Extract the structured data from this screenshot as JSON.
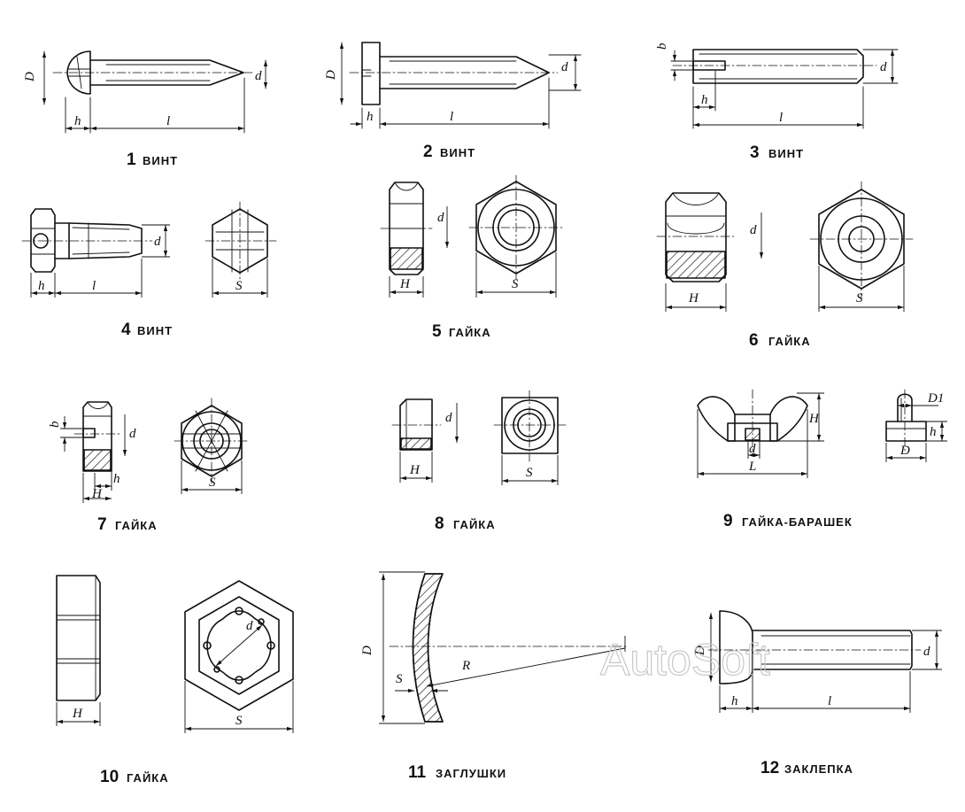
{
  "items": [
    {
      "number": "1",
      "name": "ВИНТ",
      "dims": [
        "D",
        "h",
        "l",
        "d"
      ]
    },
    {
      "number": "2",
      "name": "ВИНТ",
      "dims": [
        "D",
        "h",
        "l",
        "d"
      ]
    },
    {
      "number": "3",
      "name": "ВИНТ",
      "dims": [
        "b",
        "h",
        "l",
        "d"
      ]
    },
    {
      "number": "4",
      "name": "ВИНТ",
      "dims": [
        "h",
        "l",
        "d",
        "S"
      ]
    },
    {
      "number": "5",
      "name": "ГАЙКА",
      "dims": [
        "d",
        "H",
        "S"
      ]
    },
    {
      "number": "6",
      "name": "ГАЙКА",
      "dims": [
        "d",
        "H",
        "S"
      ]
    },
    {
      "number": "7",
      "name": "ГАЙКА",
      "dims": [
        "b",
        "d",
        "h",
        "H",
        "S"
      ]
    },
    {
      "number": "8",
      "name": "ГАЙКА",
      "dims": [
        "d",
        "H",
        "S"
      ]
    },
    {
      "number": "9",
      "name": "ГАЙКА-БАРАШЕК",
      "dims": [
        "H",
        "d",
        "L",
        "D1",
        "h",
        "D"
      ]
    },
    {
      "number": "10",
      "name": "ГАЙКА",
      "dims": [
        "d",
        "H",
        "S"
      ]
    },
    {
      "number": "11",
      "name": "ЗАГЛУШКИ",
      "dims": [
        "D",
        "R",
        "S"
      ]
    },
    {
      "number": "12",
      "name": "ЗАКЛЕПКА",
      "dims": [
        "D",
        "d",
        "h",
        "l"
      ]
    }
  ],
  "watermark": "AutoSoft"
}
